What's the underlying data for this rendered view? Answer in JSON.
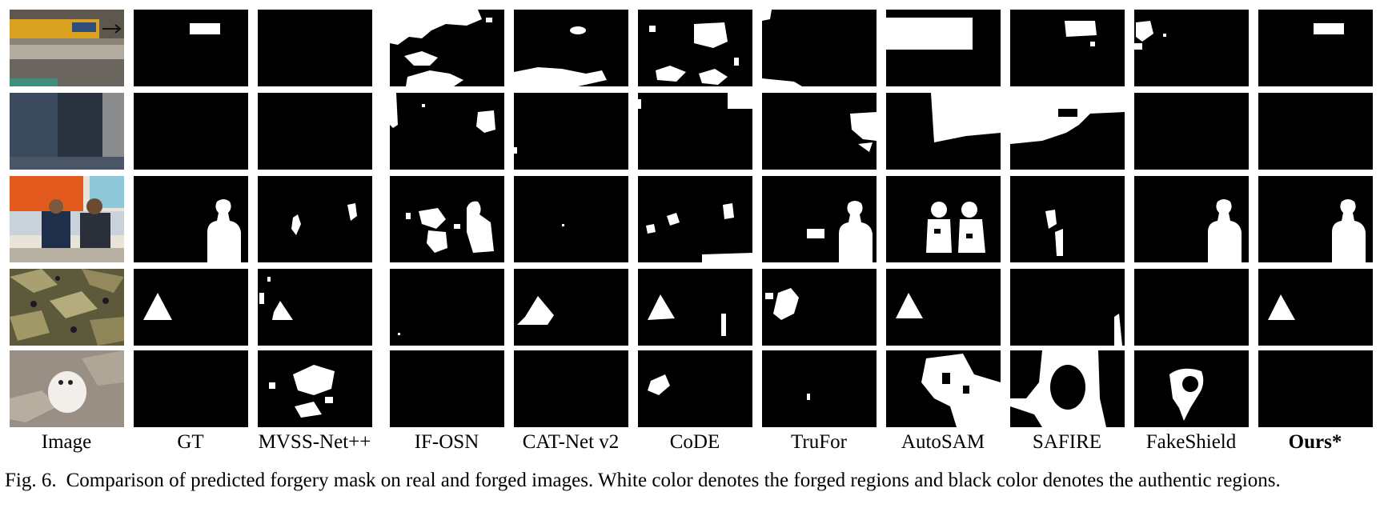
{
  "figure": {
    "columns": [
      "Image",
      "GT",
      "MVSS-Net++",
      "IF-OSN",
      "CAT-Net v2",
      "CoDE",
      "TruFor",
      "AutoSAM",
      "SAFIRE",
      "FakeShield",
      "Ours*"
    ],
    "bold_column": "Ours*",
    "rows": 5,
    "mask_colors": {
      "forged": "#ffffff",
      "authentic": "#000000"
    }
  },
  "caption": {
    "label": "Fig. 6.",
    "text": "Comparison of predicted forgery mask on real and forged images. White color denotes the forged regions and black color denotes the authentic regions."
  }
}
